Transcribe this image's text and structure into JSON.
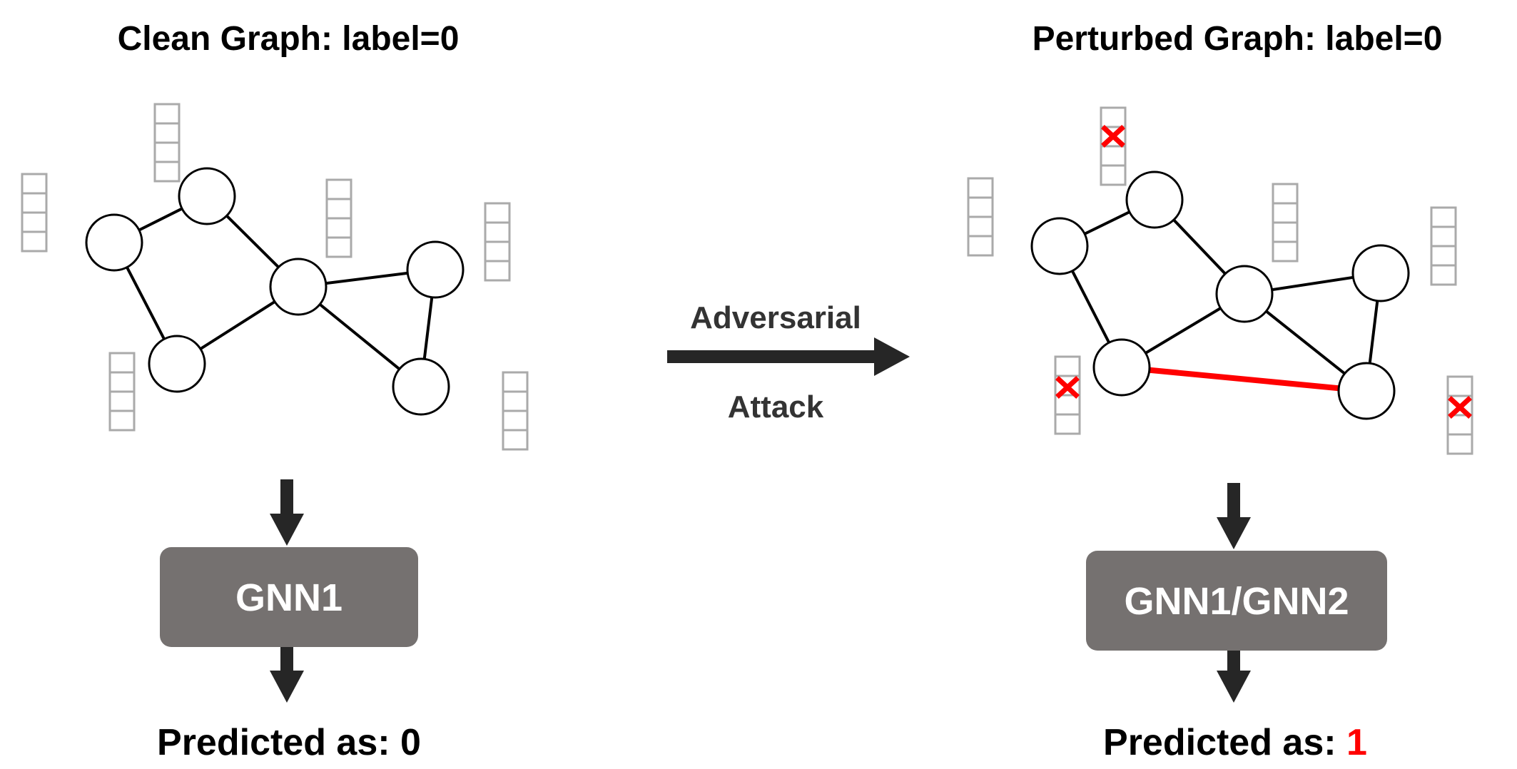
{
  "clean": {
    "title": "Clean Graph: label=0",
    "model": "GNN1",
    "predicted_prefix": "Predicted as: ",
    "predicted_value": "0"
  },
  "perturbed": {
    "title": "Perturbed Graph: label=0",
    "model": "GNN1/GNN2",
    "predicted_prefix": "Predicted as: ",
    "predicted_value": "1"
  },
  "attack": {
    "line1": "Adversarial",
    "line2": "Attack"
  },
  "colors": {
    "edge": "#000000",
    "added_edge": "#ff0000",
    "feature_box": "#aaaaaa",
    "perturbation_mark": "#ff0000",
    "model_box": "#757170",
    "arrow": "#262626",
    "changed_prediction": "#ff0000"
  }
}
